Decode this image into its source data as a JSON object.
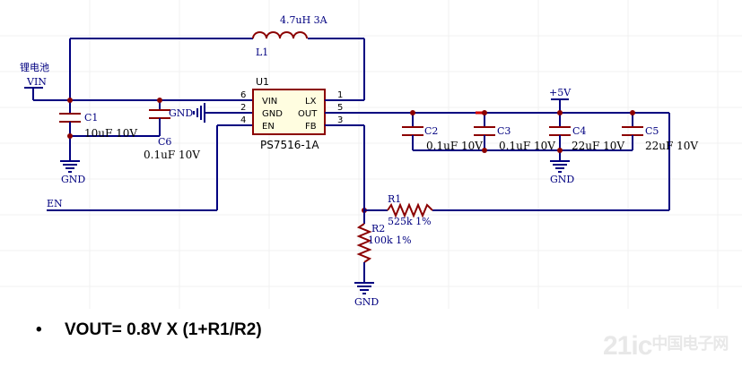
{
  "source": {
    "label": "锂电池",
    "net": "VIN"
  },
  "inductor": {
    "ref": "L1",
    "value": "4.7uH 3A"
  },
  "ic": {
    "ref": "U1",
    "part": "PS7516-1A",
    "pins_left": [
      {
        "name": "VIN",
        "num": "6"
      },
      {
        "name": "GND",
        "num": "2"
      },
      {
        "name": "EN",
        "num": "4"
      }
    ],
    "pins_right": [
      {
        "name": "LX",
        "num": "1"
      },
      {
        "name": "OUT",
        "num": "5"
      },
      {
        "name": "FB",
        "num": "3"
      }
    ]
  },
  "capacitors": [
    {
      "ref": "C1",
      "value": "10uF 10V"
    },
    {
      "ref": "C6",
      "value": "0.1uF 10V"
    },
    {
      "ref": "C2",
      "value": "0.1uF 10V"
    },
    {
      "ref": "C3",
      "value": "0.1uF 10V"
    },
    {
      "ref": "C4",
      "value": "22uF 10V"
    },
    {
      "ref": "C5",
      "value": "22uF 10V"
    }
  ],
  "resistors": [
    {
      "ref": "R1",
      "value": "525k 1%"
    },
    {
      "ref": "R2",
      "value": "100k 1%"
    }
  ],
  "nets": {
    "gnd": "GND",
    "en": "EN",
    "vout": "+5V"
  },
  "formula": {
    "bullet": "•",
    "text": "VOUT= 0.8V X (1+R1/R2)"
  },
  "watermark": {
    "brand": "21ic",
    "cn": "中国电子网"
  }
}
